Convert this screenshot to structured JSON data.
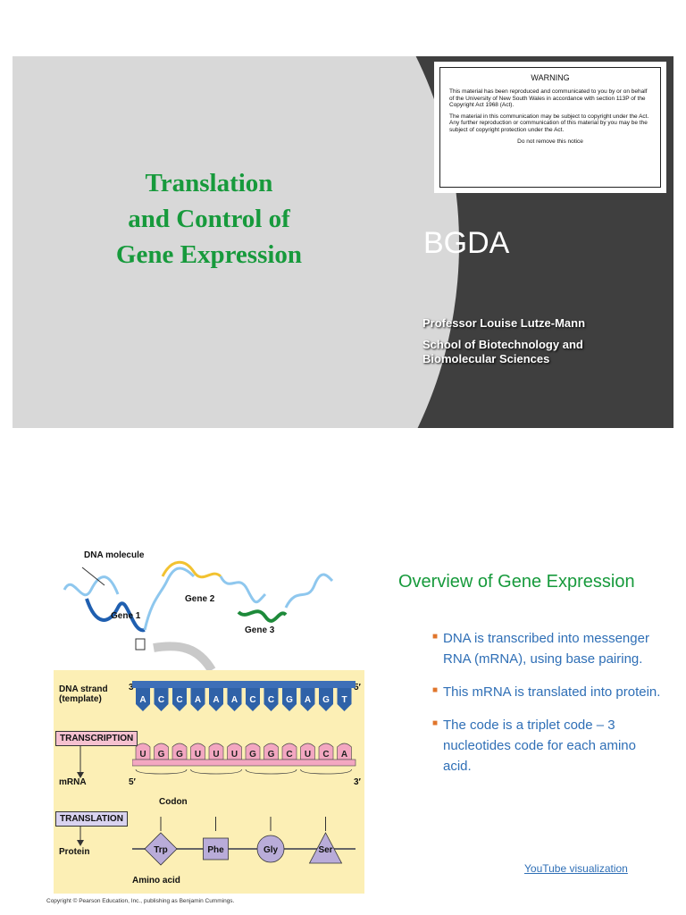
{
  "slide1": {
    "title_lines": [
      "Translation",
      "and Control of",
      "Gene Expression"
    ],
    "warning": {
      "heading": "WARNING",
      "para1": "This material has been reproduced and communicated to you by or on behalf of the University of New South Wales in accordance with section 113P of the Copyright Act 1968 (Act).",
      "para2": "The material in this communication may be subject to copyright under the Act. Any further reproduction or communication of this material by you may be the subject of copyright protection under the Act.",
      "footer": "Do not remove this notice"
    },
    "course_code": "BGDA",
    "presenter": "Professor Louise Lutze-Mann",
    "school": "School of Biotechnology and Biomolecular Sciences"
  },
  "slide2": {
    "figure": {
      "dna_label": "DNA molecule",
      "gene1": "Gene 1",
      "gene2": "Gene 2",
      "gene3": "Gene 3",
      "dna_strand": "DNA strand (template)",
      "three_prime": "3′",
      "five_prime": "5′",
      "template_bases": [
        "A",
        "C",
        "C",
        "A",
        "A",
        "A",
        "C",
        "C",
        "G",
        "A",
        "G",
        "T"
      ],
      "transcription": "TRANSCRIPTION",
      "mrna": "mRNA",
      "mrna_bases": [
        "U",
        "G",
        "G",
        "U",
        "U",
        "U",
        "G",
        "G",
        "C",
        "U",
        "C",
        "A"
      ],
      "codon": "Codon",
      "translation": "TRANSLATION",
      "protein": "Protein",
      "amino_acids": [
        "Trp",
        "Phe",
        "Gly",
        "Ser"
      ],
      "amino_acid_label": "Amino acid",
      "copyright": "Copyright © Pearson Education, Inc., publishing as Benjamin Cummings."
    },
    "heading": "Overview of Gene Expression",
    "bullets": [
      "DNA is transcribed into messenger RNA (mRNA), using base pairing.",
      "This  mRNA is translated into protein.",
      "The code is a triplet code – 3 nucleotides code for each amino acid."
    ],
    "bullet_marker": "■",
    "link": "YouTube visualization"
  }
}
